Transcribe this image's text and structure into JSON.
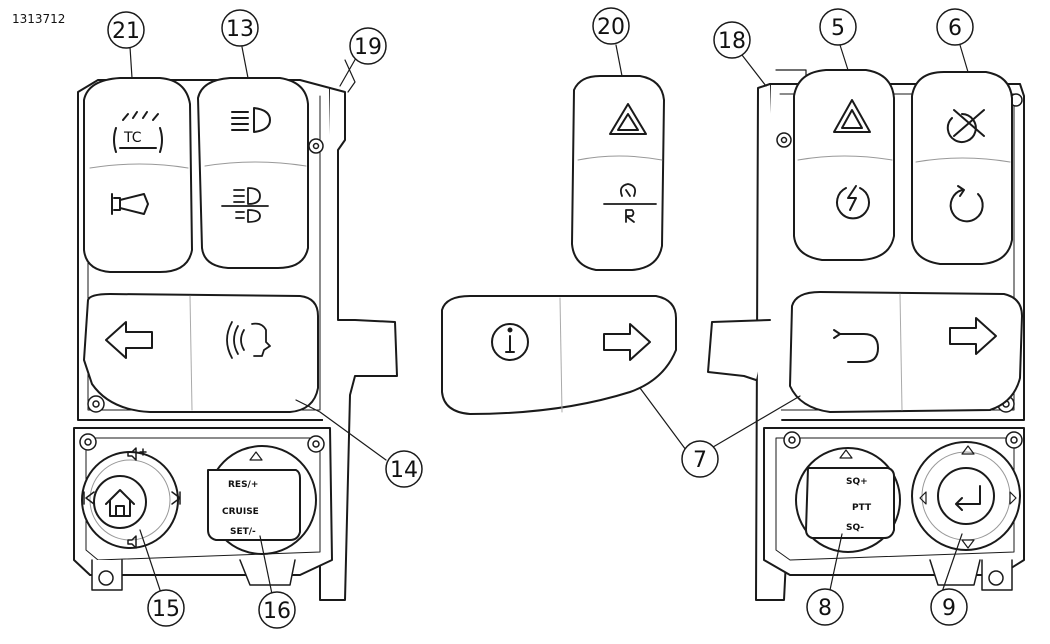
{
  "figure": {
    "id": "1313712"
  },
  "callouts": {
    "c21": "21",
    "c13": "13",
    "c19": "19",
    "c20": "20",
    "c18": "18",
    "c5": "5",
    "c6": "6",
    "c14": "14",
    "c7": "7",
    "c15": "15",
    "c16": "16",
    "c8": "8",
    "c9": "9"
  },
  "labels": {
    "tc": "TC",
    "res": "RES/+",
    "cruise": "CRUISE",
    "set": "SET/-",
    "sq_plus": "SQ+",
    "ptt": "PTT",
    "sq_minus": "SQ-"
  },
  "icons": {
    "traction_control": "traction-control-icon",
    "horn": "horn-icon",
    "high_beam": "high-beam-icon",
    "fog_lamps": "fog-lamp-icon",
    "hazard": "hazard-icon",
    "reverse": "reverse-icon",
    "turn_left": "arrow-left-icon",
    "voice": "voice-icon",
    "info": "info-icon",
    "turn_right": "arrow-right-icon",
    "u_turn": "u-turn-icon",
    "engine_stop": "engine-stop-icon",
    "start": "start-icon",
    "home": "home-icon",
    "enter": "enter-icon"
  },
  "colors": {
    "line": "#1a1a1a",
    "fill": "#ffffff",
    "shade": "#eeeeee"
  }
}
